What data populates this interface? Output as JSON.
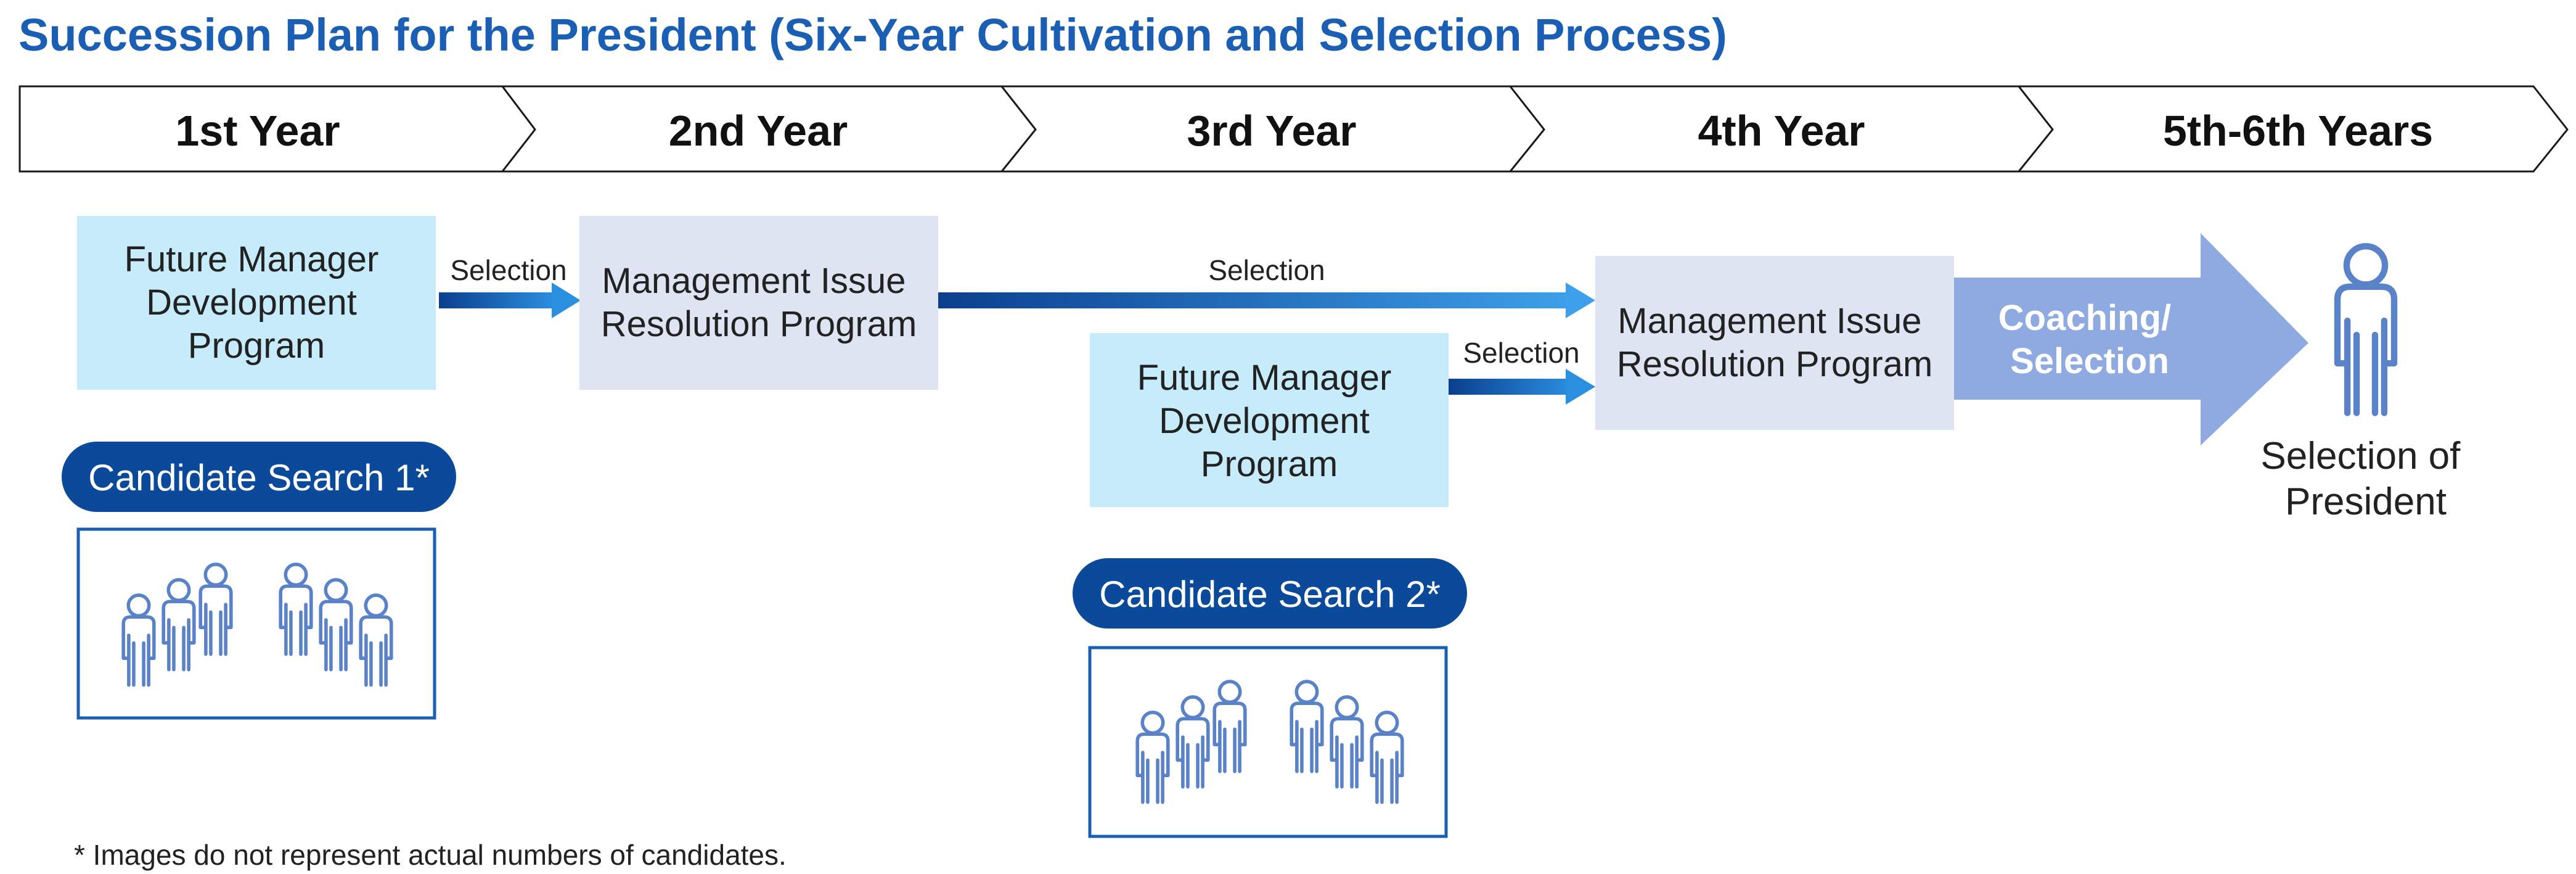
{
  "title": "Succession Plan for the President (Six-Year Cultivation and Selection Process)",
  "years": [
    "1st Year",
    "2nd Year",
    "3rd Year",
    "4th Year",
    "5th-6th Years"
  ],
  "boxes": {
    "fmdp1": [
      "Future Manager",
      "Development",
      "Program"
    ],
    "mirp1": [
      "Management Issue",
      "Resolution Program"
    ],
    "fmdp2": [
      "Future Manager",
      "Development",
      "Program"
    ],
    "mirp2": [
      "Management Issue",
      "Resolution Program"
    ]
  },
  "arrows": {
    "selection_1": "Selection",
    "selection_2": "Selection",
    "selection_3": "Selection"
  },
  "coaching": [
    "Coaching/",
    "Selection"
  ],
  "president_label": [
    "Selection of",
    "President"
  ],
  "candidate_search_1": "Candidate Search 1*",
  "candidate_search_2": "Candidate Search 2*",
  "footnote": "* Images do not represent actual numbers of candidates.",
  "colors": {
    "title": "#1a5fb4",
    "light_blue_box": "#c6ebfb",
    "lavender_box": "#dfe4f2",
    "arrow_blue": "#1a5fb4",
    "pill_navy": "#0b4a9b",
    "people_icon": "#5a82c8",
    "big_arrow": "#8eaae0"
  },
  "icons": [
    "person-icon",
    "people-group-icon"
  ]
}
